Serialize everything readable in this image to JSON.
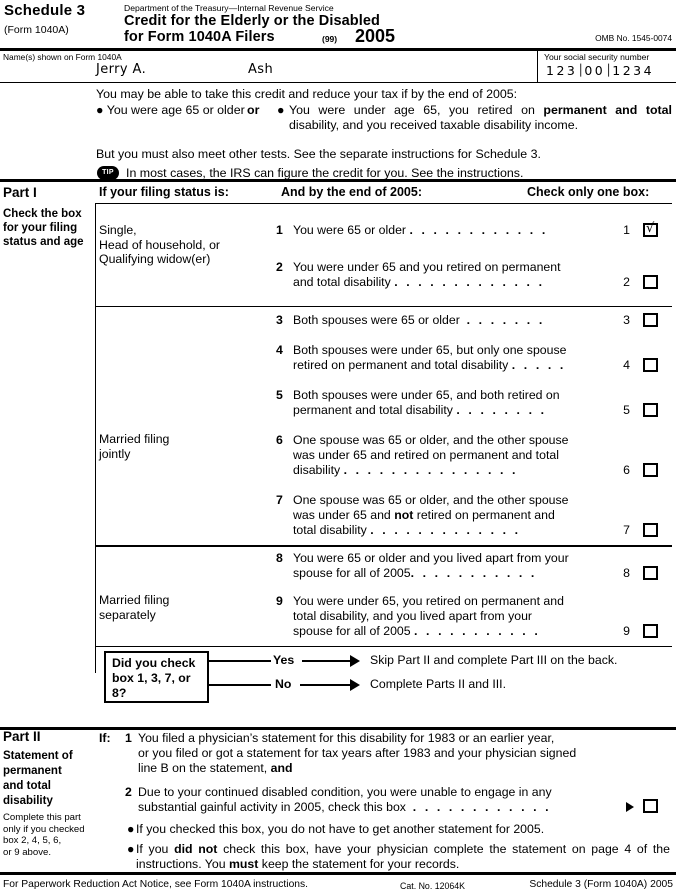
{
  "masthead": {
    "schedule_title": "Schedule 3",
    "schedule_form": "(Form 1040A)",
    "agency": "Department of the Treasury—Internal Revenue Service",
    "form_title_line1": "Credit for the Elderly or the Disabled",
    "form_title_line2": "for Form 1040A Filers",
    "nine_nine": "(99)",
    "year": "2005",
    "omb": "OMB No. 1545-0074"
  },
  "nameband": {
    "label": "Name(s) shown on Form 1040A",
    "name_first": "Jerry A.",
    "name_last": "Ash",
    "ssn_label": "Your social security number",
    "ssn_group1": "123",
    "ssn_group2": "00",
    "ssn_group3": "1234",
    "ssn_separator": "│"
  },
  "intro": {
    "line1": "You may be able to take this credit and reduce your tax if by the end of 2005:",
    "bullet_left": "● You were age 65 or older",
    "or_word": "or",
    "bullet_right_dot": "●",
    "bullet_right_a": "You were under age 65, you retired on ",
    "bullet_right_bold1": "permanent",
    "bullet_right_bold2": "and total",
    "bullet_right_b": " disability, and you received taxable disability income.",
    "line_after": "But you must also meet other tests. See the separate instructions for Schedule 3.",
    "tip_badge": "TIP",
    "tip_text": "In most cases, the IRS can figure the credit for you. See the instructions."
  },
  "part1": {
    "part_label": "Part I",
    "side_label": "Check the box for your filing status and age",
    "col_filing_status": "If your filing status is:",
    "col_end_of_year": "And by the end of 2005:",
    "col_check_box": "Check only one box:",
    "status_single": "Single,\nHead of household, or\nQualifying widow(er)",
    "status_single_l1": "Single,",
    "status_single_l2": "Head of household, or",
    "status_single_l3": "Qualifying widow(er)",
    "status_joint_l1": "Married filing",
    "status_joint_l2": "jointly",
    "status_separate_l1": "Married filing",
    "status_separate_l2": "separately",
    "items": [
      {
        "num": "1",
        "text": "You were 65 or older",
        "leader": ". . . . . . . . . . . .",
        "rnum": "1",
        "checked": true,
        "check_glyph": "√"
      },
      {
        "num": "2",
        "text_l1": "You were under 65 and you retired on permanent",
        "text_l2": "and total disability",
        "leader": ". . . . . . . . . . . . .",
        "rnum": "2",
        "checked": false
      },
      {
        "num": "3",
        "text": "Both spouses were 65 or older",
        "leader": ". . . . . . .",
        "rnum": "3",
        "checked": false
      },
      {
        "num": "4",
        "text_l1": "Both spouses were under 65, but only one spouse",
        "text_l2": "retired on permanent and total disability",
        "leader": ". . . . .",
        "rnum": "4",
        "checked": false
      },
      {
        "num": "5",
        "text_l1": "Both spouses were under 65, and both retired on",
        "text_l2": "permanent and total disability",
        "leader": ". . . . . . . .",
        "rnum": "5",
        "checked": false
      },
      {
        "num": "6",
        "text_l1": "One spouse was 65 or older, and the other spouse",
        "text_l2": "was under 65 and retired on permanent and total",
        "text_l3": "disability",
        "leader": ". . . . . . . . . . . . . . .",
        "rnum": "6",
        "checked": false
      },
      {
        "num": "7",
        "text_l1": "One spouse was 65 or older, and the other spouse",
        "text_l2a": "was under 65 and ",
        "text_l2_bold": "not",
        "text_l2b": " retired on permanent and",
        "text_l3": "total disability",
        "leader": ". . . . . . . . . . . . .",
        "rnum": "7",
        "checked": false
      },
      {
        "num": "8",
        "text_l1": "You were 65 or older and you lived apart from your",
        "text_l2": "spouse for all of 2005",
        "leader": ". . . . . . . . . . .",
        "rnum": "8",
        "checked": false
      },
      {
        "num": "9",
        "text_l1": "You were under 65, you retired on permanent and",
        "text_l2": "total disability, and you lived apart from your",
        "text_l3": "spouse for all of 2005",
        "leader": ". . . . . . . . . . .",
        "rnum": "9",
        "checked": false
      }
    ],
    "decision": {
      "question_l1": "Did you check",
      "question_l2": "box 1, 3, 7, or",
      "question_l3": "8?",
      "yes_label": "Yes",
      "yes_target": "Skip Part II and complete Part III on the back.",
      "no_label": "No",
      "no_target": "Complete Parts II and III."
    }
  },
  "part2": {
    "part_label": "Part II",
    "side_label_l1": "Statement of",
    "side_label_l2": "permanent",
    "side_label_l3": "and total",
    "side_label_l4": "disability",
    "side_note_l1": "Complete this part",
    "side_note_l2": "only if you checked",
    "side_note_l3": "box 2, 4, 5, 6,",
    "side_note_l4": "or 9 above.",
    "if_label": "If:",
    "item1_num": "1",
    "item1_l1": "You filed a physician’s statement for this disability for 1983 or an earlier year,",
    "item1_l2": "or you filed or got a statement for tax years after 1983 and your physician signed",
    "item1_l3a": "line B on the statement, ",
    "item1_l3_bold": "and",
    "item2_num": "2",
    "item2_l1": "Due to your continued disabled condition, you were unable to engage in any",
    "item2_l2": "substantial gainful activity in 2005, check this box",
    "item2_leader": ". . . . . . . . . . . .",
    "item2_checked": false,
    "bullet1": "If you checked this box, you do not have to get another statement for 2005.",
    "bullet2_a": "If you ",
    "bullet2_bold1": "did not",
    "bullet2_b": " check this box, have your physician complete the statement on page 4 of the instructions. You ",
    "bullet2_bold2": "must",
    "bullet2_c": " keep the statement for your records."
  },
  "footer": {
    "left": "For Paperwork Reduction Act Notice, see Form 1040A instructions.",
    "middle": "Cat. No. 12064K",
    "right": "Schedule 3 (Form 1040A) 2005"
  }
}
